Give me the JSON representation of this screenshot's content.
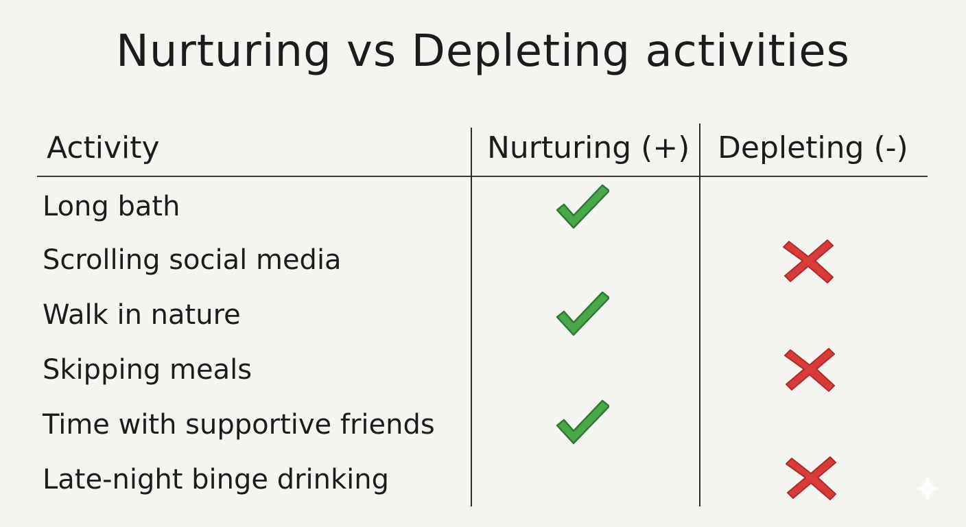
{
  "title": "Nurturing vs Depleting activities",
  "table": {
    "headers": [
      "Activity",
      "Nurturing (+)",
      "Depleting (-)"
    ],
    "rows": [
      {
        "activity": "Long bath",
        "mark": "check"
      },
      {
        "activity": "Scrolling social media",
        "mark": "cross"
      },
      {
        "activity": "Walk in nature",
        "mark": "check"
      },
      {
        "activity": "Skipping meals",
        "mark": "cross"
      },
      {
        "activity": "Time with supportive friends",
        "mark": "check"
      },
      {
        "activity": "Late-night binge drinking",
        "mark": "cross"
      }
    ]
  },
  "icons": {
    "check": "check-icon",
    "cross": "cross-icon",
    "watermark": "sparkle-icon"
  },
  "colors": {
    "check": "#4aa84a",
    "check_outline": "#2e7a34",
    "cross": "#d93a3a",
    "cross_outline": "#b02a2a",
    "ink": "#1c1c1c",
    "paper": "#f4f4f1"
  }
}
